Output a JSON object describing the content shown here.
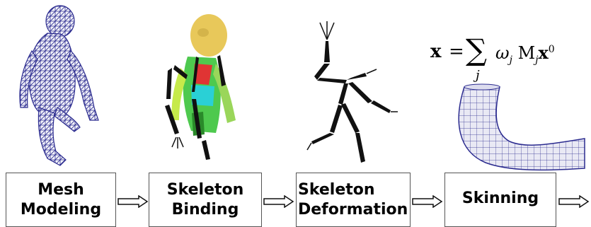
{
  "stages": [
    {
      "line1": "Mesh",
      "line2": "Modeling"
    },
    {
      "line1": "Skeleton",
      "line2": "Binding"
    },
    {
      "line1": "Skeleton",
      "line2": "Deformation"
    },
    {
      "line1": "Skinning",
      "line2": ""
    }
  ],
  "formula": {
    "lhs": "x",
    "eq": "=",
    "sum": "∑",
    "index": "j",
    "weight": "ω",
    "weight_sub": "j",
    "matrix": "M",
    "matrix_sub": "j",
    "vec": "x",
    "vec_sup": "0"
  },
  "colors": {
    "mesh": "#2b2b8f",
    "box_border": "#555555",
    "skeleton": "#111111"
  }
}
